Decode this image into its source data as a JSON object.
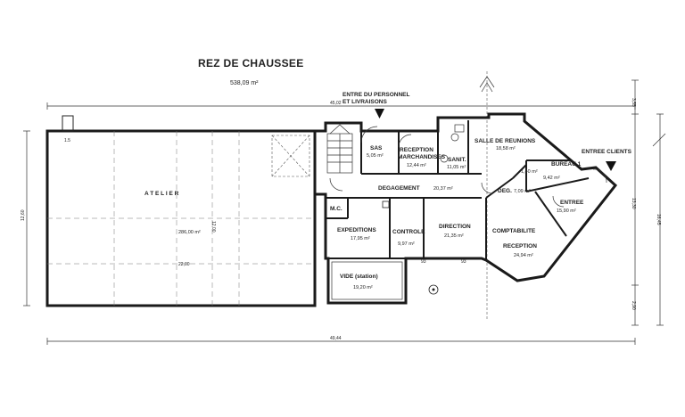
{
  "header": {
    "title": "REZ DE CHAUSSEE",
    "total_area": "538,09 m²"
  },
  "annotations": {
    "staff_entrance_line1": "ENTRE DU PERSONNEL",
    "staff_entrance_line2": "ET LIVRAISONS",
    "client_entrance": "ENTREE CLIENTS"
  },
  "rooms": {
    "atelier": {
      "name": "A T E L I E R",
      "area": "286,00 m²"
    },
    "sas": {
      "name": "SAS",
      "area": "5,05 m²"
    },
    "reception_marchandises": {
      "name_line1": "RECEPTION",
      "name_line2": "MARCHANDISES",
      "area": "12,44 m²"
    },
    "sanit": {
      "name": "SANIT.",
      "area": "11,05 m²"
    },
    "salle_reunions": {
      "name": "SALLE DE REUNIONS",
      "area": "18,58 m²"
    },
    "bureau": {
      "name": "BUREAU 1",
      "area": "9,42 m²"
    },
    "small_area": {
      "area": "1,40 m²"
    },
    "degagement": {
      "name": "DEGAGEMENT",
      "area": "20,37 m²"
    },
    "deg": {
      "name": "DEG.",
      "area": "7,09 m²"
    },
    "entree": {
      "name": "ENTREE",
      "area": "15,90 m²"
    },
    "mc": {
      "name": "M.C."
    },
    "expeditions": {
      "name": "EXPEDITIONS",
      "area": "17,95 m²"
    },
    "controle": {
      "name": "CONTROLE",
      "area": "9,97 m²"
    },
    "direction": {
      "name": "DIRECTION",
      "area": "21,35 m²"
    },
    "comptabilite": {
      "name": "COMPTABILITE"
    },
    "reception": {
      "name": "RECEPTION",
      "area": "24,94 m²"
    },
    "vide": {
      "name": "VIDE (station)",
      "area": "19,20 m²"
    }
  },
  "dimensions": {
    "top_width": "45,02",
    "bottom_width": "49,44",
    "atelier_inner_width": "22,00",
    "left_height": "12,60",
    "atelier_inner_height": "12,00",
    "right_total": "16,45",
    "right_mid": "13,30",
    "right_upper": "3,55",
    "right_lower": "2,90",
    "door_1": "93",
    "door_2": "93",
    "corner_label": "1.5"
  }
}
